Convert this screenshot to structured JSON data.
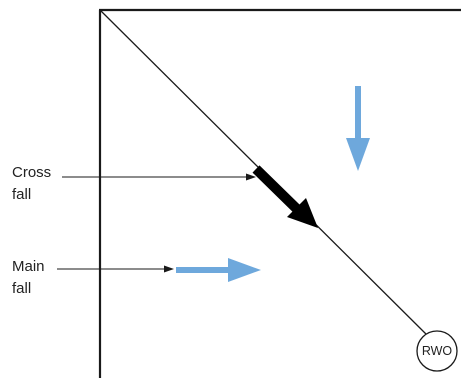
{
  "labels": {
    "cross_fall_line1": "Cross",
    "cross_fall_line2": "fall",
    "main_fall_line1": "Main",
    "main_fall_line2": "fall",
    "outlet": "RWO"
  },
  "icons": {
    "main_fall_arrow": "arrow-right-icon",
    "roof_fall_arrow": "arrow-down-icon",
    "cross_fall_arrow": "arrow-diagonal-icon",
    "outlet_symbol": "circle-outlet-icon"
  },
  "colors": {
    "fall_arrow": "#6ea8dc",
    "cross_fall_arrow": "#000000",
    "lines": "#1a1a1a"
  }
}
